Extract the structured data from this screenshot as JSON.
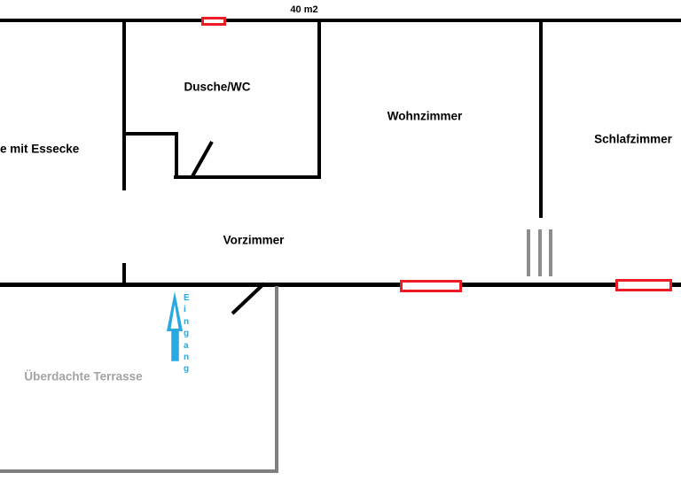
{
  "floorplan": {
    "area_label": "40 m2",
    "rooms": {
      "kueche": "e mit Essecke",
      "dusche_wc": "Dusche/WC",
      "wohnzimmer": "Wohnzimmer",
      "schlafzimmer": "Schlafzimmer",
      "vorzimmer": "Vorzimmer",
      "terrasse": "Überdachte Terrasse"
    },
    "entrance_label": "Eingang",
    "markers": {
      "windows_count": 3,
      "sliding_door_lines": 3
    },
    "colors": {
      "wall": "#000000",
      "window_marker": "#ed1c24",
      "entrance_arrow": "#29a8e2",
      "terrace_outline": "#7f7f7f",
      "sliding_door": "#8c8c8c",
      "terrace_label": "#a3a3a3"
    }
  }
}
